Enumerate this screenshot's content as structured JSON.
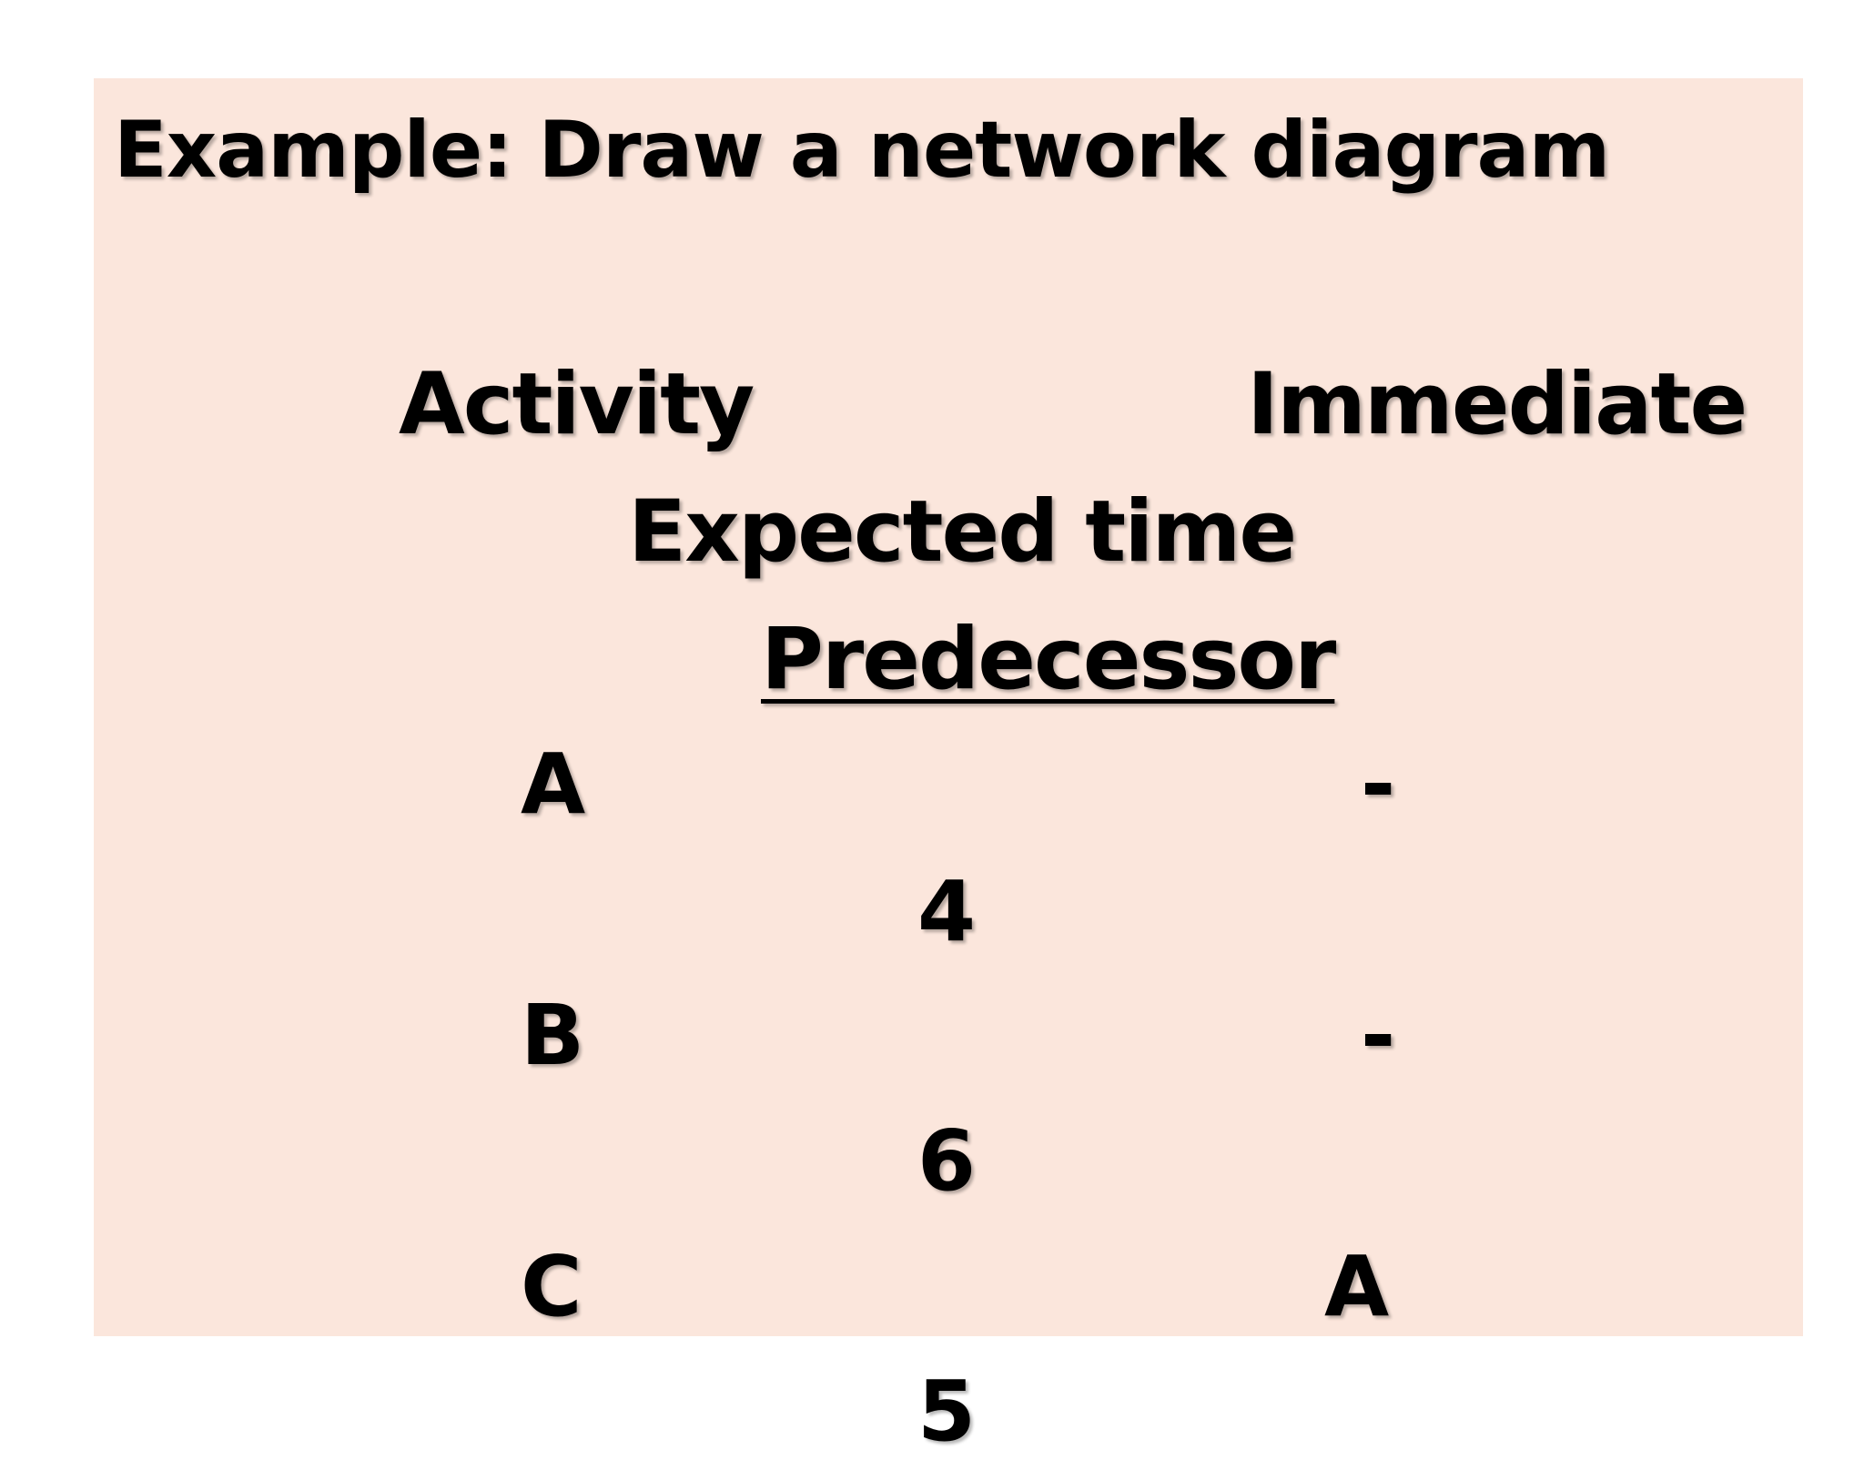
{
  "slide": {
    "title": "Example: Draw a network diagram",
    "columns": {
      "activity": "Activity",
      "immediate": "Immediate",
      "expected_time": "Expected time",
      "predecessor": "Predecessor"
    },
    "rows": [
      {
        "activity": "A",
        "predecessor": "-",
        "time": "4"
      },
      {
        "activity": "B",
        "predecessor": "-",
        "time": "6"
      },
      {
        "activity": "C",
        "predecessor": "A",
        "time": "5"
      }
    ],
    "colors": {
      "panel_background": "#fbe6dc",
      "text": "#000000"
    }
  }
}
